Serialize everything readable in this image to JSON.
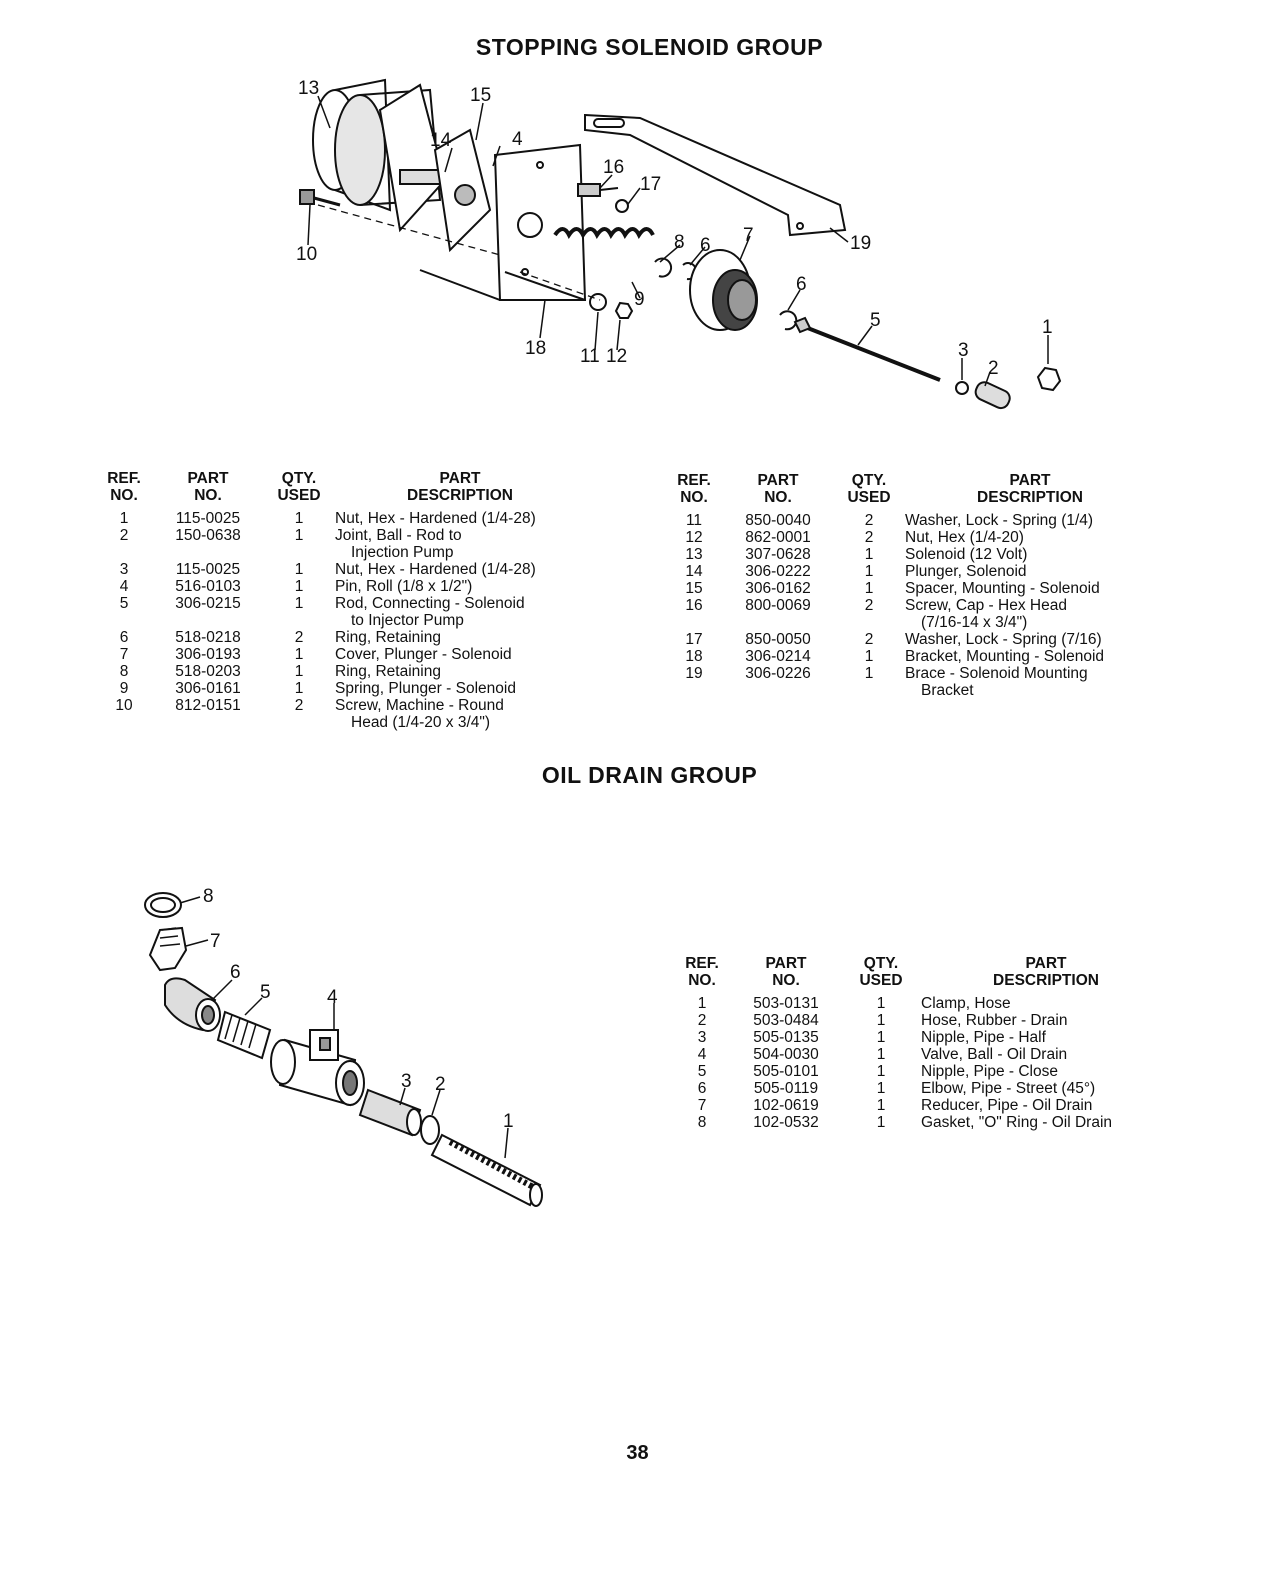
{
  "stopping": {
    "title": "STOPPING SOLENOID GROUP",
    "callouts": [
      "13",
      "15",
      "14",
      "4",
      "16",
      "17",
      "10",
      "8",
      "6",
      "7",
      "19",
      "9",
      "18",
      "11",
      "12",
      "6",
      "5",
      "3",
      "2",
      "1"
    ],
    "headers": {
      "ref": [
        "REF.",
        "NO."
      ],
      "part": [
        "PART",
        "NO."
      ],
      "qty": [
        "QTY.",
        "USED"
      ],
      "desc": [
        "PART",
        "DESCRIPTION"
      ]
    },
    "rows_left": [
      {
        "ref": "1",
        "part": "115-0025",
        "qty": "1",
        "desc": [
          "Nut, Hex - Hardened (1/4-28)"
        ]
      },
      {
        "ref": "2",
        "part": "150-0638",
        "qty": "1",
        "desc": [
          "Joint, Ball - Rod to",
          "Injection Pump"
        ]
      },
      {
        "ref": "3",
        "part": "115-0025",
        "qty": "1",
        "desc": [
          "Nut, Hex - Hardened (1/4-28)"
        ]
      },
      {
        "ref": "4",
        "part": "516-0103",
        "qty": "1",
        "desc": [
          "Pin, Roll (1/8 x 1/2\")"
        ]
      },
      {
        "ref": "5",
        "part": "306-0215",
        "qty": "1",
        "desc": [
          "Rod, Connecting - Solenoid",
          "to Injector Pump"
        ]
      },
      {
        "ref": "6",
        "part": "518-0218",
        "qty": "2",
        "desc": [
          "Ring, Retaining"
        ]
      },
      {
        "ref": "7",
        "part": "306-0193",
        "qty": "1",
        "desc": [
          "Cover, Plunger - Solenoid"
        ]
      },
      {
        "ref": "8",
        "part": "518-0203",
        "qty": "1",
        "desc": [
          "Ring, Retaining"
        ]
      },
      {
        "ref": "9",
        "part": "306-0161",
        "qty": "1",
        "desc": [
          "Spring, Plunger - Solenoid"
        ]
      },
      {
        "ref": "10",
        "part": "812-0151",
        "qty": "2",
        "desc": [
          "Screw, Machine - Round",
          "Head (1/4-20 x 3/4\")"
        ]
      }
    ],
    "rows_right": [
      {
        "ref": "11",
        "part": "850-0040",
        "qty": "2",
        "desc": [
          "Washer, Lock - Spring (1/4)"
        ]
      },
      {
        "ref": "12",
        "part": "862-0001",
        "qty": "2",
        "desc": [
          "Nut, Hex (1/4-20)"
        ]
      },
      {
        "ref": "13",
        "part": "307-0628",
        "qty": "1",
        "desc": [
          "Solenoid (12 Volt)"
        ]
      },
      {
        "ref": "14",
        "part": "306-0222",
        "qty": "1",
        "desc": [
          "Plunger, Solenoid"
        ]
      },
      {
        "ref": "15",
        "part": "306-0162",
        "qty": "1",
        "desc": [
          "Spacer, Mounting - Solenoid"
        ]
      },
      {
        "ref": "16",
        "part": "800-0069",
        "qty": "2",
        "desc": [
          "Screw, Cap - Hex Head",
          "(7/16-14 x 3/4\")"
        ]
      },
      {
        "ref": "17",
        "part": "850-0050",
        "qty": "2",
        "desc": [
          "Washer, Lock - Spring (7/16)"
        ]
      },
      {
        "ref": "18",
        "part": "306-0214",
        "qty": "1",
        "desc": [
          "Bracket, Mounting - Solenoid"
        ]
      },
      {
        "ref": "19",
        "part": "306-0226",
        "qty": "1",
        "desc": [
          "Brace - Solenoid Mounting",
          "Bracket"
        ]
      }
    ]
  },
  "oil": {
    "title": "OIL DRAIN GROUP",
    "callouts": [
      "8",
      "7",
      "6",
      "5",
      "4",
      "3",
      "2",
      "1"
    ],
    "headers": {
      "ref": [
        "REF.",
        "NO."
      ],
      "part": [
        "PART",
        "NO."
      ],
      "qty": [
        "QTY.",
        "USED"
      ],
      "desc": [
        "PART",
        "DESCRIPTION"
      ]
    },
    "rows": [
      {
        "ref": "1",
        "part": "503-0131",
        "qty": "1",
        "desc": [
          "Clamp, Hose"
        ]
      },
      {
        "ref": "2",
        "part": "503-0484",
        "qty": "1",
        "desc": [
          "Hose, Rubber - Drain"
        ]
      },
      {
        "ref": "3",
        "part": "505-0135",
        "qty": "1",
        "desc": [
          "Nipple, Pipe - Half"
        ]
      },
      {
        "ref": "4",
        "part": "504-0030",
        "qty": "1",
        "desc": [
          "Valve, Ball - Oil Drain"
        ]
      },
      {
        "ref": "5",
        "part": "505-0101",
        "qty": "1",
        "desc": [
          "Nipple, Pipe - Close"
        ]
      },
      {
        "ref": "6",
        "part": "505-0119",
        "qty": "1",
        "desc": [
          "Elbow, Pipe - Street (45°)"
        ]
      },
      {
        "ref": "7",
        "part": "102-0619",
        "qty": "1",
        "desc": [
          "Reducer, Pipe - Oil Drain"
        ]
      },
      {
        "ref": "8",
        "part": "102-0532",
        "qty": "1",
        "desc": [
          "Gasket, \"O\" Ring - Oil Drain"
        ]
      }
    ]
  },
  "page_number": "38"
}
